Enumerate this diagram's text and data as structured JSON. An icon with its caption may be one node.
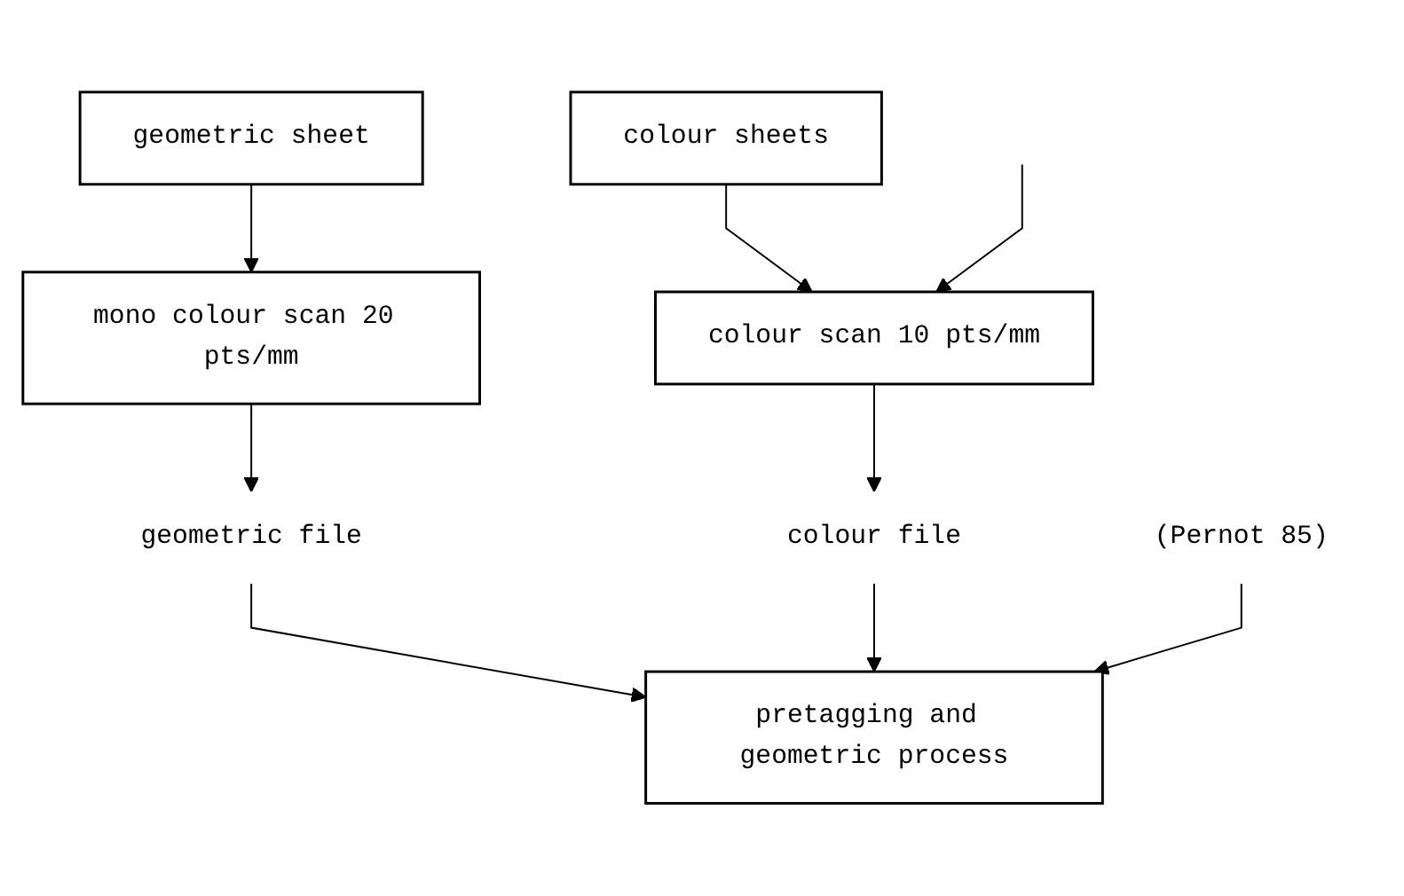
{
  "diagram": {
    "nodes": [
      {
        "text": [
          "geometric sheet"
        ]
      },
      {
        "text": [
          "colour sheets"
        ]
      },
      {
        "text": [
          "mono colour scan 20 pts/mm"
        ]
      },
      {
        "text": [
          "colour scan 10 pts/mm"
        ]
      },
      {
        "text": [
          "geometric file"
        ]
      },
      {
        "text": [
          "colour file"
        ]
      },
      {
        "text": [
          "pretagging and geometric process"
        ]
      },
      {
        "text": [
          "(Pernot 85)"
        ]
      }
    ],
    "edges": [
      {
        "from": 0,
        "to": 2,
        "arrow": "to"
      },
      {
        "from": 1,
        "to": 3,
        "arrow": "to"
      },
      {
        "from": 2,
        "to": 4,
        "arrow": "to"
      },
      {
        "from": 3,
        "to": 5,
        "arrow": "to"
      },
      {
        "from": 4,
        "to": 6,
        "arrow": "to"
      },
      {
        "from": 5,
        "to": 6,
        "arrow": "to"
      },
      {
        "from": null,
        "to": 3,
        "arrow": "to"
      },
      {
        "from": 7,
        "to": 6,
        "arrow": "to"
      }
    ]
  }
}
